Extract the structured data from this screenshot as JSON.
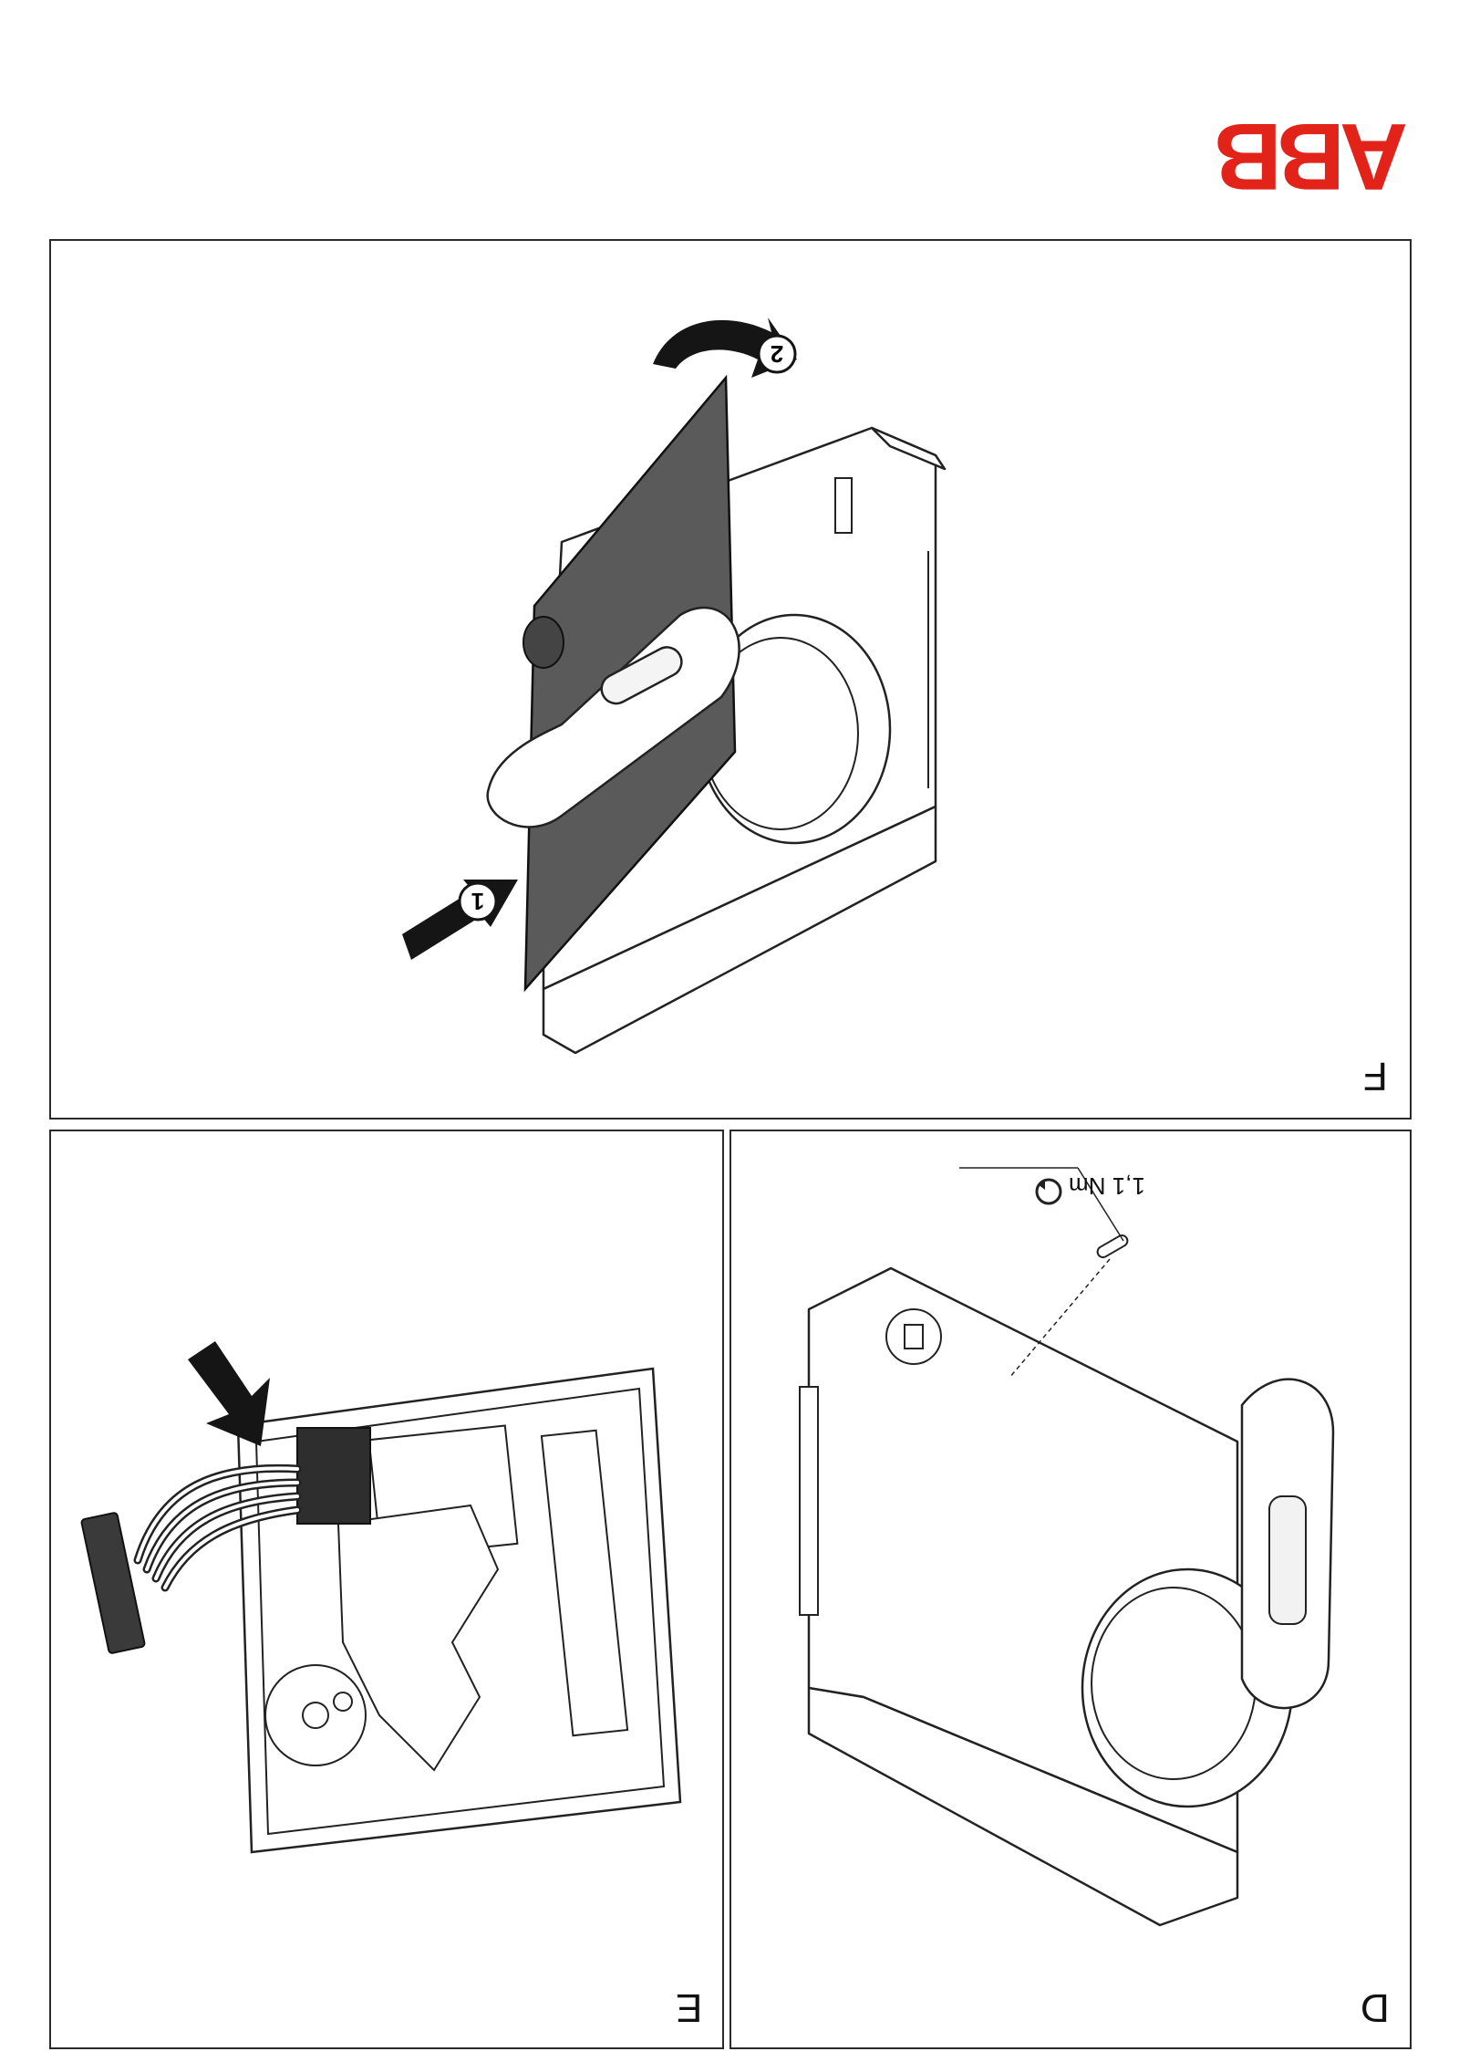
{
  "brand": {
    "logo_text": "ABB",
    "color": "#e2231a"
  },
  "panels": {
    "f": {
      "letter": "F",
      "steps": [
        "1",
        "2"
      ]
    },
    "e": {
      "letter": "E"
    },
    "d": {
      "letter": "D",
      "torque": "1,1 Nm",
      "torque_icon": "torque-rotation-icon"
    }
  },
  "colors": {
    "line": "#222222",
    "plate": "#5a5a5a",
    "arrow": "#151515"
  }
}
